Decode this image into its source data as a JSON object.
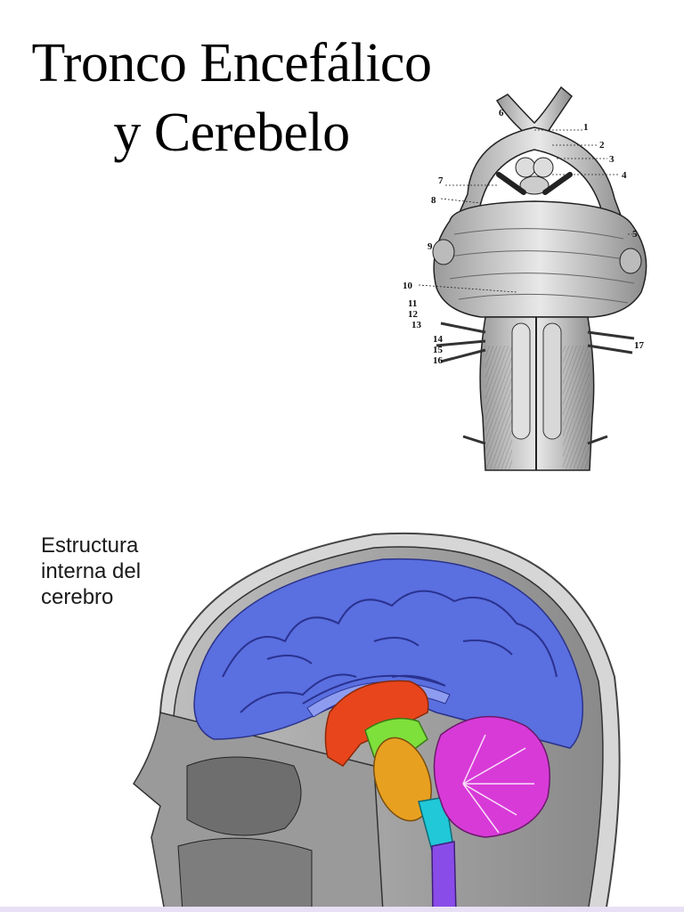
{
  "title": {
    "line1": "Tronco Encefálico",
    "line2": "y Cerebelo"
  },
  "brainstem_figure": {
    "labels": [
      "1",
      "2",
      "3",
      "4",
      "5",
      "6",
      "7",
      "8",
      "9",
      "10",
      "11",
      "12",
      "13",
      "14",
      "15",
      "16",
      "17"
    ]
  },
  "head_figure": {
    "caption": {
      "line1": "Estructura",
      "line2": "interna del",
      "line3": "cerebro"
    },
    "colors": {
      "cerebrum": "#5a6fe0",
      "diencephalon": "#e8451c",
      "midbrain": "#7ee03a",
      "pons": "#e8a020",
      "medulla": "#20c8d8",
      "spinal_cord": "#8a4ce8",
      "cerebellum": "#d83ad8"
    }
  }
}
